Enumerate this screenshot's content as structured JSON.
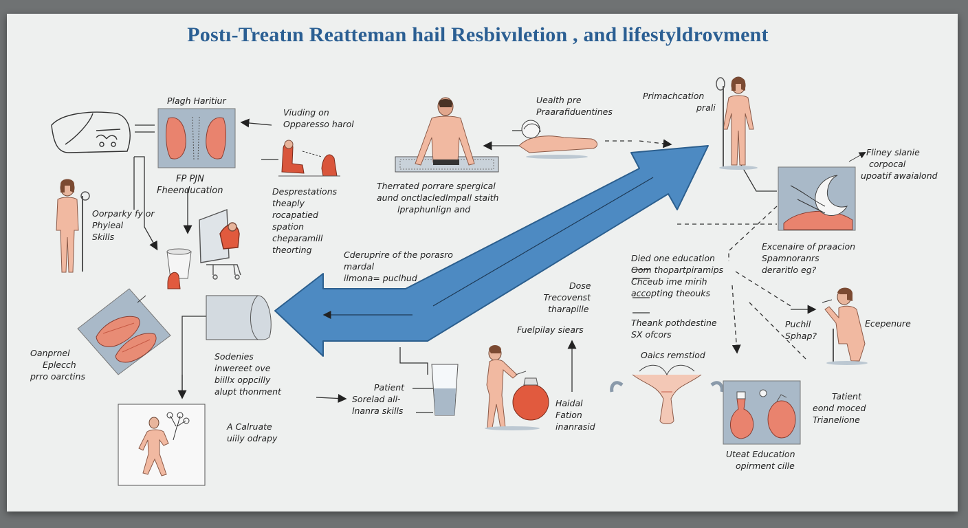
{
  "title": "Postı-Treatın Reatteman  hail Resbivıletion , and lifestyldrovment",
  "labels": {
    "plagh": [
      "Plagh Haritiur"
    ],
    "viuding": [
      "Viuding on",
      "Opparesso harol"
    ],
    "health": [
      "Uealth pre",
      "Praarafiduentines"
    ],
    "primacation": [
      "Primachcation",
      "prali"
    ],
    "fp": [
      "FP PJN",
      "Fheenducation"
    ],
    "therrated": [
      "Therrated porrare spergical",
      "aund onctlacledlmpall staith",
      "lpraphunlign and"
    ],
    "fliney": [
      "Fliney slanie",
      "corpocal",
      "upoatif awaialond"
    ],
    "oorparky": [
      "Oorparky fy or",
      "Phyieal",
      "Skills"
    ],
    "desprestations": [
      "Desprestations",
      "theaply",
      "rocapatied",
      "spation",
      "cheparamill",
      "theorting"
    ],
    "cderuprie": [
      "Cderuprire of the porasro",
      "mardal",
      "ilmona= puclhud"
    ],
    "excenaire": [
      "Excenaire of praacion",
      "Spamnoranrs",
      "deraritlo eg?"
    ],
    "died": [
      "Died one education",
      "Oom thopartpiramips",
      "Chceub ime mirih",
      "accopting theouks"
    ],
    "dose": [
      "Dose",
      "Trecovenst",
      "tharapille"
    ],
    "fuelpilay": [
      "Fuelpilay siears"
    ],
    "theank": [
      "Theank pothdestine",
      "SX ofcors"
    ],
    "puchil": [
      "Puchil",
      "Sphap?"
    ],
    "ecepenure": [
      "Ecepenure"
    ],
    "oanprnel": [
      "Oanprnel",
      "Eplecch",
      "prro oarctins"
    ],
    "sodenies": [
      "Sodenies",
      "inwereet ove",
      "biillx oppcilly",
      "alupt thonment"
    ],
    "oaics": [
      "Oaics remstiod"
    ],
    "patient": [
      "Patient",
      "Sorelad all-",
      "lnanra skills"
    ],
    "haidal": [
      "Haidal",
      "Fation",
      "inanrasid"
    ],
    "tatient": [
      "Tatient",
      "eond moced",
      "Trianelione"
    ],
    "acalruate": [
      "A Calruate",
      "uiily odrapy"
    ],
    "uteat": [
      "Uteat Education",
      "opirment cille"
    ]
  }
}
